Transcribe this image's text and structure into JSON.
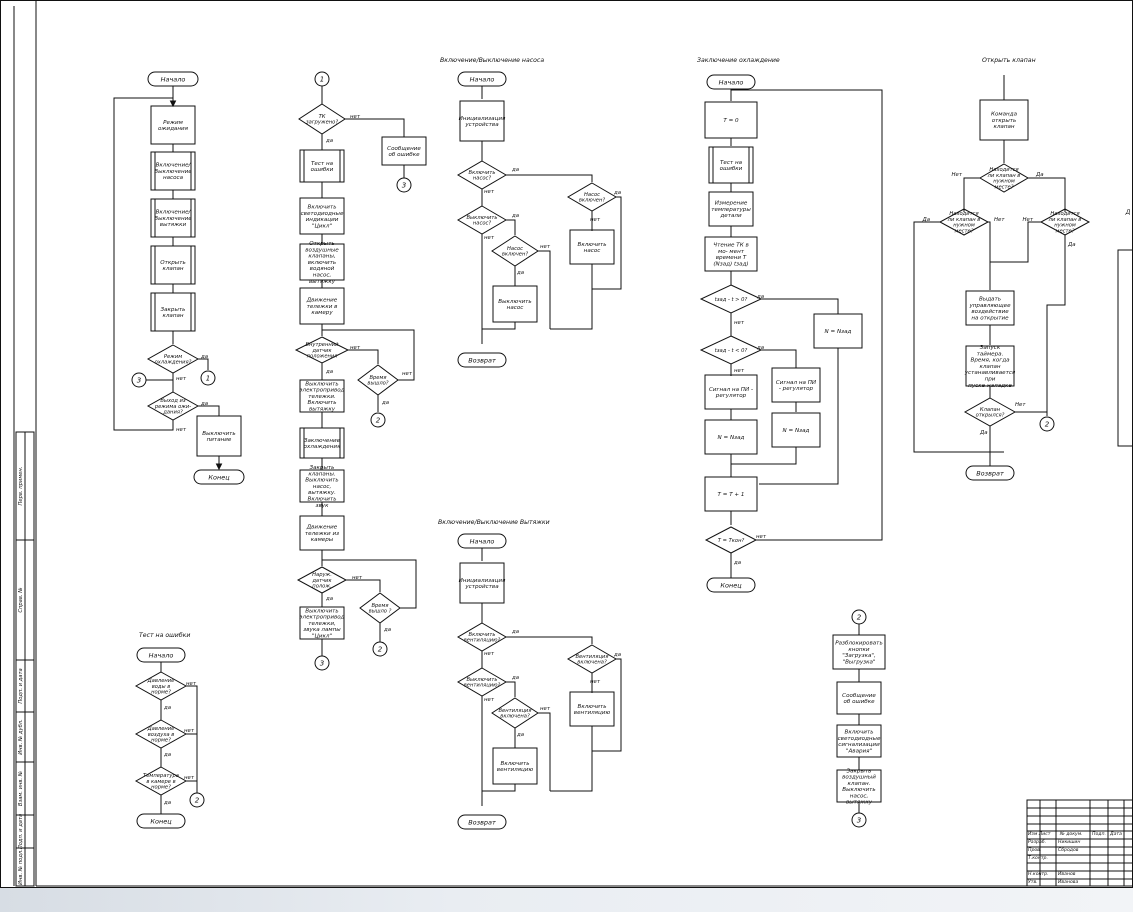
{
  "colors": {
    "line": "#111111",
    "paper": "#ffffff",
    "footer": "#dfe4ea"
  },
  "side_stamp": [
    "Перв. примен.",
    "Справ. №",
    "Подп. и дата",
    "Инв. № дубл.",
    "Взам. инв. №",
    "Подп. и дата",
    "Инв. № подл."
  ],
  "flow1": {
    "start": "Начало",
    "idle": "Режим ожидания",
    "pump": "Включение/ Выключение насоса",
    "fan": "Включение/ Выключение вытяжки",
    "open": "Открыть клапан",
    "close": "Закрыть клапан",
    "cool_q": "Режим охлаждения?",
    "exit_q": "Выход из режима ожи- дания?",
    "power_off": "Выключить питание",
    "end": "Конец",
    "c1": "1",
    "c3": "3",
    "yes": "да",
    "no": "нет"
  },
  "flow2": {
    "c1": "1",
    "tk_q": "ТК загружено?",
    "err": "Сообщение об ошибке",
    "c3a": "3",
    "test": "Тест на ошибки",
    "led": "Включить светодиодные индикации \"Цикл\"",
    "open_valves": "Открыть воздушные клапаны, включить водяной насос, вытяжку",
    "move_in": "Движение тележки в камеру",
    "sensor_q": "Внутренний датчик положения",
    "time_q": "Время вышло?",
    "c2a": "2",
    "motor_off": "Выключить электропривод тележки. Включить вытяжку",
    "cooling": "Заключение охлаждения",
    "close_valves": "Закрыть клапаны. Выключить насос, вытяжку. Включить звук",
    "move_out": "Движение тележки из камеры",
    "outer_q": "Наруж. датчик полож.",
    "time2_q": "Время вышло ?",
    "c2b": "2",
    "motor_off2": "Выключить электропривод тележки, звука лампы \"Цикл\"",
    "c3b": "3",
    "yes": "да",
    "no": "нет"
  },
  "flow3": {
    "title": "Включение/Выключение насоса",
    "start": "Начало",
    "init": "Инициализация устройства",
    "on_q": "Включить насос?",
    "on2_q": "Насос включен?",
    "off_q": "Выключить насос?",
    "off2_q": "Насос включен?",
    "turn_off": "Выключить насос",
    "turn_on": "Включить насос",
    "ret": "Возврат",
    "yes": "да",
    "no": "нет"
  },
  "flow4": {
    "title": "Включение/Выключение Вытяжки",
    "start": "Начало",
    "init": "Инициализация устройства",
    "on_q": "Включить вентиляцию?",
    "on2_q": "Вентиляция включена?",
    "off_q": "Выключить вентиляцию?",
    "off2_q": "Вентиляция включена?",
    "turn_off": "Включить вентиляцию",
    "turn_on": "Включить вентиляцию",
    "ret": "Возврат",
    "yes": "да",
    "no": "нет"
  },
  "flow5": {
    "title": "Тест на ошибки",
    "start": "Начало",
    "q1": "Давление воды в норме?",
    "q2": "Давление воздуха в норме?",
    "q3": "Температура в камере в норме?",
    "end": "Конец",
    "c2": "2",
    "yes": "да",
    "no": "нет"
  },
  "flow6": {
    "title": "Заключение охлаждение",
    "start": "Начало",
    "t0": "T = 0",
    "test": "Тест на ошибки",
    "measure": "Измерение температуры детали",
    "read": "Чтение ТК в мо- мент времени T (Nзад) tзад)",
    "q1": "tзад - t > 0?",
    "n1": "N = Nзад",
    "q2": "tзад - t < 0?",
    "sig1": "Сигнал на ПИ - регулятор",
    "sig2": "Сигнал на ПИ - регулятор",
    "n2": "N = Nзад",
    "n3": "N = Nзад",
    "inc": "T = T + 1",
    "q3": "T = Tкон?",
    "end": "Конец",
    "yes": "да",
    "no": "нет"
  },
  "flow7": {
    "c2": "2",
    "unlock": "Разблокировать кнопки \"Загрузка\", \"Выгрузка\"",
    "msg": "Сообщение об ошибке",
    "led": "Включить светодиодные сигнализации \"Авария\"",
    "close": "Закрыть воздушный клапан. Выключить насос, вытяжку",
    "c3": "3"
  },
  "flow8": {
    "title": "Открыть клапан",
    "cmd": "Команда открыть клапан",
    "q1": "Находится ли клапан в нужном месте?",
    "q2": "Находится ли клапан в нужном месте?",
    "q3": "Находится ли клапан в нужном месте?",
    "act": "Выдать управляющее воздействие на открытие",
    "timer": "Запуск таймера. Время, когда клапан устанавливается при пуске-наладке",
    "q4": "Клапан открылся?",
    "c2": "2",
    "ret": "Возврат",
    "yes_cap": "Да",
    "no_cap": "Нет",
    "r_label": "Д"
  },
  "title_block": {
    "row_labels": [
      "Изм Лист",
      "Разраб.",
      "Пров.",
      "Т.контр.",
      "",
      "Н.контр.",
      "Утв."
    ],
    "col_labels": [
      "№ докум.",
      "Подп.",
      "Дата"
    ],
    "names": [
      "Никишин",
      "Сбродов",
      "Иванов",
      "Иванова"
    ]
  }
}
